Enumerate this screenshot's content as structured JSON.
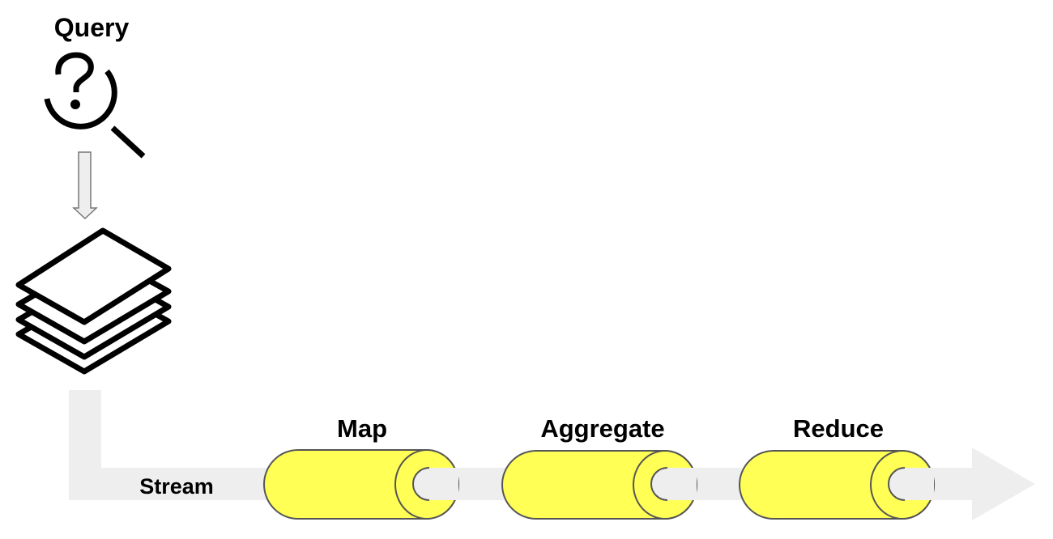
{
  "diagram": {
    "title_label": "Query",
    "stream_label": "Stream",
    "stages": [
      {
        "label": "Map"
      },
      {
        "label": "Aggregate"
      },
      {
        "label": "Reduce"
      }
    ],
    "icons": {
      "query": "query-search-icon",
      "documents": "document-stack-icon",
      "arrow_down": "arrow-down-icon",
      "arrow_right": "arrow-right-icon"
    },
    "colors": {
      "stage_fill": "#FFFF55",
      "stage_stroke": "#555555",
      "stream_fill": "#EEEEEE",
      "icon_stroke": "#000000"
    }
  }
}
